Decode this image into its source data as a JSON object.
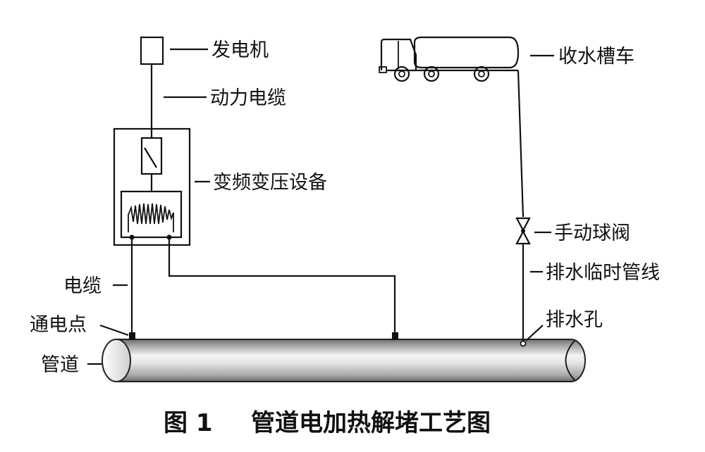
{
  "labels": {
    "generator": "发电机",
    "power_cable": "动力电缆",
    "vfd_equipment": "变频变压设备",
    "cable": "电缆",
    "energize_point": "通电点",
    "pipeline": "管道",
    "tanker_truck": "收水槽车",
    "ball_valve": "手动球阀",
    "drain_line": "排水临时管线",
    "drain_hole": "排水孔"
  },
  "caption": {
    "figure_no": "图 1",
    "title": "管道电加热解堵工艺图"
  },
  "colors": {
    "line": "#111111",
    "pipe_light": "#f2f2f2",
    "pipe_dark": "#8a8a8a",
    "background": "#ffffff"
  }
}
